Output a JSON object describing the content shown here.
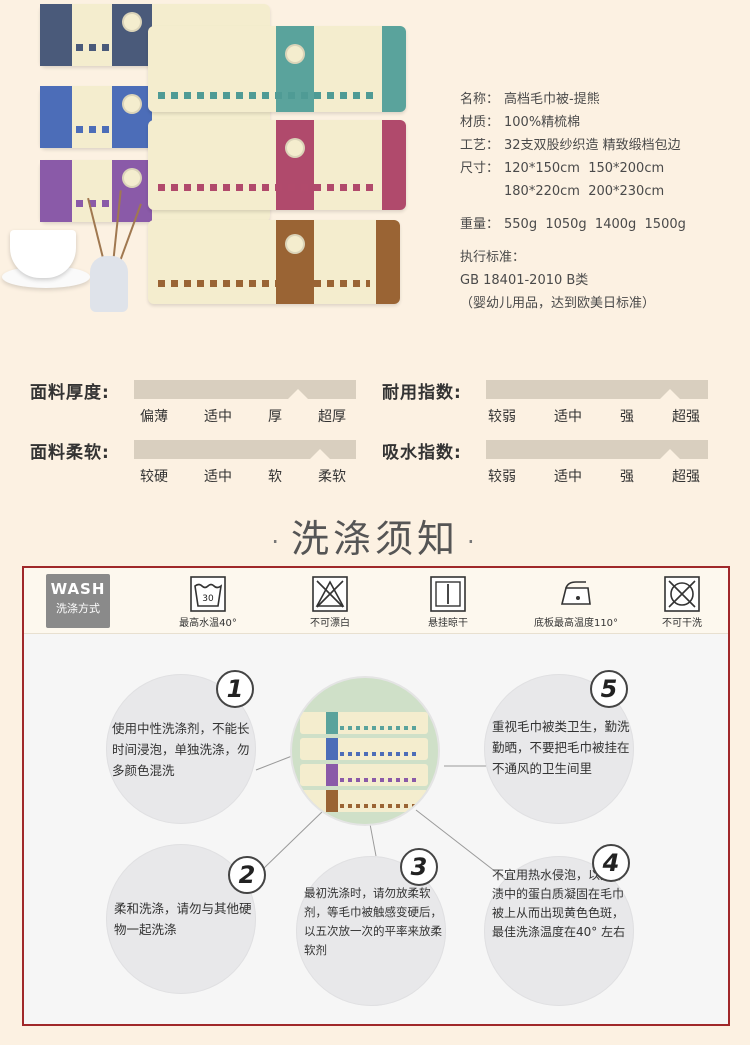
{
  "specs": {
    "name": {
      "label": "名称：",
      "value": "高档毛巾被-提熊"
    },
    "material": {
      "label": "材质：",
      "value": "100%精梳棉"
    },
    "craft": {
      "label": "工艺：",
      "value": "32支双股纱织造 精致缎档包边"
    },
    "size": {
      "label": "尺寸：",
      "line1": "120*150cm  150*200cm",
      "line2": "180*220cm  200*230cm"
    },
    "weight": {
      "label": "重量：",
      "value": "550g  1050g  1400g  1500g"
    },
    "standard": {
      "label": "执行标准：",
      "line1": "GB 18401-2010 B类",
      "line2": "（婴幼儿用品，达到欧美日标准）"
    }
  },
  "ratings": {
    "thickness": {
      "label": "面料厚度:",
      "options": [
        "偏薄",
        "适中",
        "厚",
        "超厚"
      ],
      "selected": "厚"
    },
    "durability": {
      "label": "耐用指数:",
      "options": [
        "较弱",
        "适中",
        "强",
        "超强"
      ],
      "selected": "超强"
    },
    "softness": {
      "label": "面料柔软:",
      "options": [
        "较硬",
        "适中",
        "软",
        "柔软"
      ],
      "selected": "柔软"
    },
    "absorbency": {
      "label": "吸水指数:",
      "options": [
        "较弱",
        "适中",
        "强",
        "超强"
      ],
      "selected": "超强"
    }
  },
  "wash": {
    "title": "洗涤须知",
    "dot": "·",
    "badge": {
      "line1": "WASH",
      "line2": "洗涤方式"
    },
    "care_icons": [
      {
        "label": "最高水温40°",
        "value": "30"
      },
      {
        "label": "不可漂白"
      },
      {
        "label": "悬挂晾干"
      },
      {
        "label": "底板最高温度110°"
      },
      {
        "label": "不可干洗"
      }
    ],
    "tips": [
      {
        "num": "1",
        "text": "使用中性洗涤剂，不能长时间浸泡，单独洗涤，勿多颜色混洗"
      },
      {
        "num": "2",
        "text": "柔和洗涤，请勿与其他硬物一起洗涤"
      },
      {
        "num": "3",
        "text": "最初洗涤时，请勿放柔软剂，等毛巾被触感变硬后，以五次放一次的平率来放柔软剂"
      },
      {
        "num": "4",
        "text": "不宜用热水侵泡，以免汗渍中的蛋白质凝固在毛巾被上从而出现黄色色斑，最佳洗涤温度在40°  左右"
      },
      {
        "num": "5",
        "text": "重视毛巾被类卫生，勤洗勤晒，不要把毛巾被挂在不通风的卫生间里"
      }
    ]
  },
  "colors": {
    "background": "#fcf1e2",
    "bar": "#d9cfbf",
    "panel_border": "#a0282a",
    "bubble": "#e8e8ea"
  }
}
